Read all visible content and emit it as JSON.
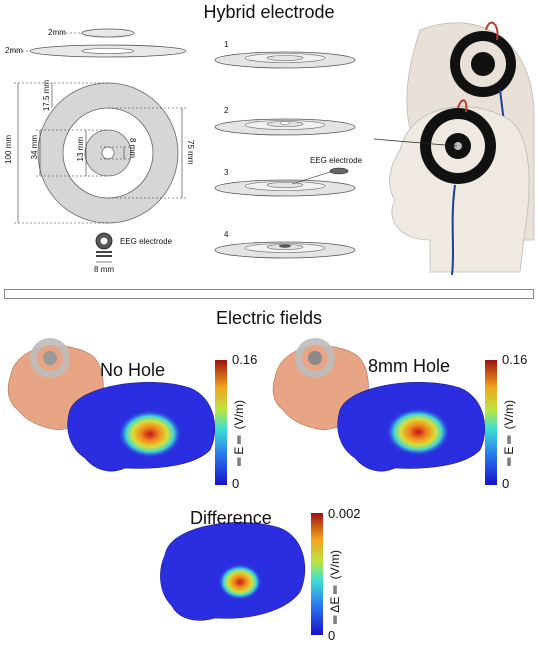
{
  "top": {
    "title": "Hybrid electrode",
    "dims": {
      "top_thickness": "2mm",
      "base_thickness": "2mm",
      "d100": "100 mm",
      "d34": "34 mm",
      "d17": "17.5 mm",
      "d13": "13 mm",
      "d8": "8 mm",
      "d75": "75 mm",
      "eeg_label": "EEG electrode",
      "eeg_w": "8 mm"
    },
    "steps": [
      "1",
      "2",
      "3",
      "4"
    ],
    "step3_eeg": "EEG electrode"
  },
  "bottom": {
    "title": "Electric fields",
    "panels": [
      {
        "label": "No Hole",
        "max": "0.16",
        "min": "0",
        "unit": "‖E‖ (V/m)"
      },
      {
        "label": "8mm Hole",
        "max": "0.16",
        "min": "0",
        "unit": "‖E‖ (V/m)"
      },
      {
        "label": "Difference",
        "max": "0.002",
        "min": "0",
        "unit": "‖ΔE‖ (V/m)"
      }
    ]
  },
  "colors": {
    "ring": "#d6d6d6",
    "electrode_black": "#111111",
    "brain_blue": "#2a2ee0",
    "skin": "#e7a585"
  }
}
